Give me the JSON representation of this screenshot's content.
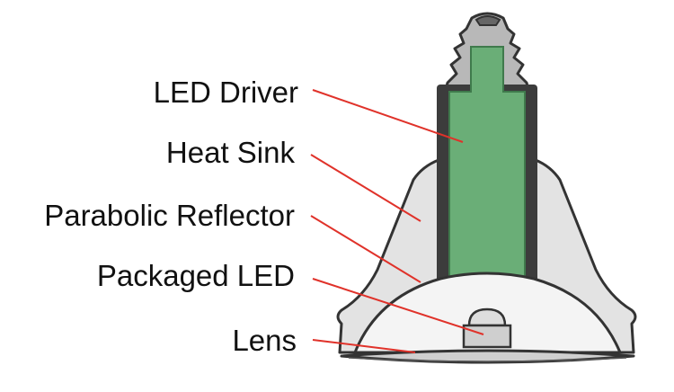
{
  "labels": {
    "led_driver": "LED Driver",
    "heat_sink": "Heat Sink",
    "parabolic_reflector": "Parabolic Reflector",
    "packaged_led": "Packaged LED",
    "lens": "Lens"
  },
  "colors": {
    "housing": "#e3e3e3",
    "outline": "#333333",
    "driver": "#6aae77",
    "driver_dark": "#3f7a4c",
    "leader": "#e0322a",
    "lens": "#cfcfcf",
    "glass": "#f4f4f4"
  }
}
